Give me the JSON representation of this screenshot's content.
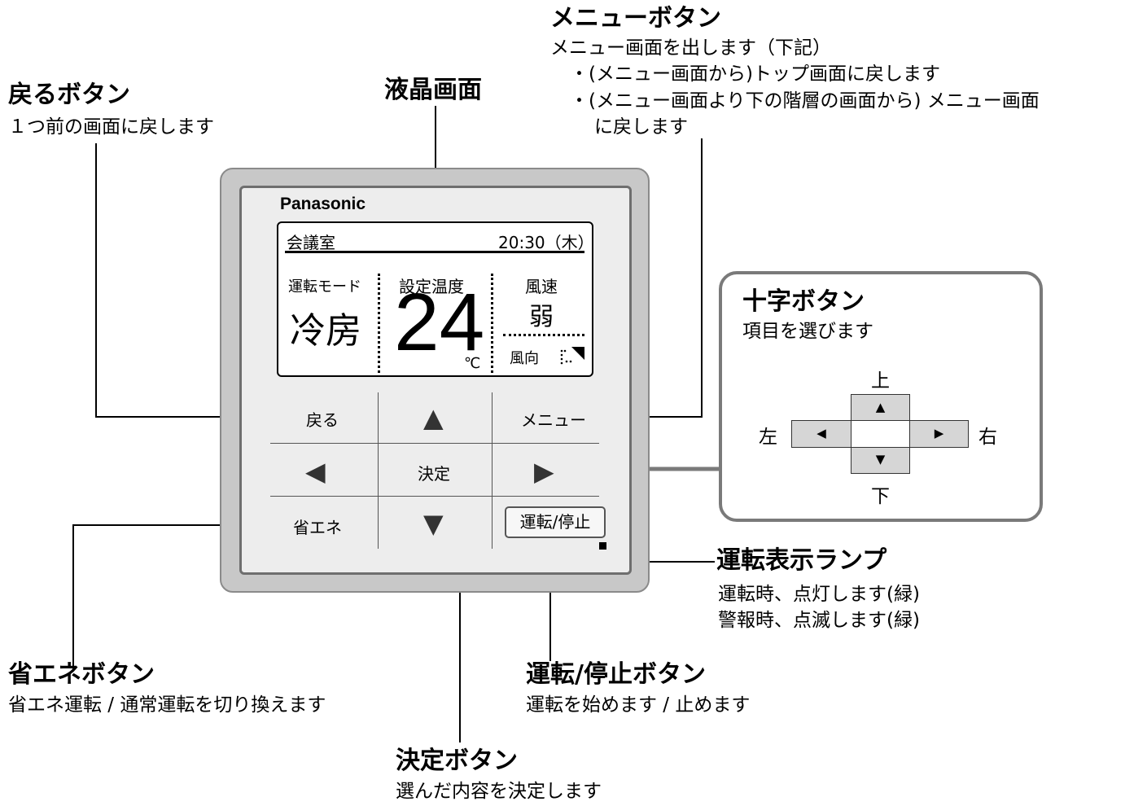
{
  "callouts": {
    "back": {
      "title": "戻るボタン",
      "desc": "１つ前の画面に戻します"
    },
    "lcd": {
      "title": "液晶画面"
    },
    "menu": {
      "title": "メニューボタン",
      "desc": "メニュー画面を出します（下記）",
      "item1": "・(メニュー画面から)トップ画面に戻します",
      "item2": "・(メニュー画面より下の階層の画面から) メニュー画面",
      "item2b": "に戻します"
    },
    "cross": {
      "title": "十字ボタン",
      "desc": "項目を選びます"
    },
    "lamp": {
      "title": "運転表示ランプ",
      "line1": "運転時、点灯します(緑)",
      "line2": "警報時、点滅します(緑)"
    },
    "eco": {
      "title": "省エネボタン",
      "desc": "省エネ運転 / 通常運転を切り換えます"
    },
    "runstop": {
      "title": "運転/停止ボタン",
      "desc": "運転を始めます / 止めます"
    },
    "enter": {
      "title": "決定ボタン",
      "desc": "選んだ内容を決定します"
    }
  },
  "remote": {
    "brand": "Panasonic",
    "lcd": {
      "room": "会議室",
      "time": "20:30（木）",
      "mode_label": "運転モード",
      "mode_value": "冷房",
      "temp_label": "設定温度",
      "temp_value": "24",
      "temp_unit": "℃",
      "fan_label": "風速",
      "fan_value": "弱",
      "dir_label": "風向"
    },
    "buttons": {
      "back": "戻る",
      "up": "▲",
      "menu": "メニュー",
      "left": "◀",
      "enter": "決定",
      "right": "▶",
      "eco": "省エネ",
      "down": "▼",
      "runstop": "運転/停止"
    }
  },
  "cross_diagram": {
    "up": "上",
    "down": "下",
    "left": "左",
    "right": "右",
    "up_arrow": "▲",
    "down_arrow": "▼",
    "left_arrow": "◀",
    "right_arrow": "▶"
  },
  "colors": {
    "line_gray": "#7a7a7a",
    "panel_gray": "#ededed",
    "outer_gray": "#c8c8c8"
  }
}
